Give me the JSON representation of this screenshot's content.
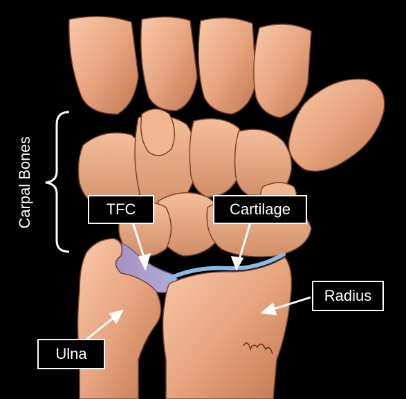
{
  "labels": {
    "carpal_bones": "Carpal Bones",
    "tfc": "TFC",
    "cartilage": "Cartilage",
    "radius": "Radius",
    "ulna": "Ulna"
  },
  "colors": {
    "background": "#000000",
    "bone": "#E8A581",
    "bone_shadow": "#B86E4A",
    "tfc": "#A99BC9",
    "cartilage": "#8CB8E8",
    "label_text": "#FFFFFF"
  }
}
